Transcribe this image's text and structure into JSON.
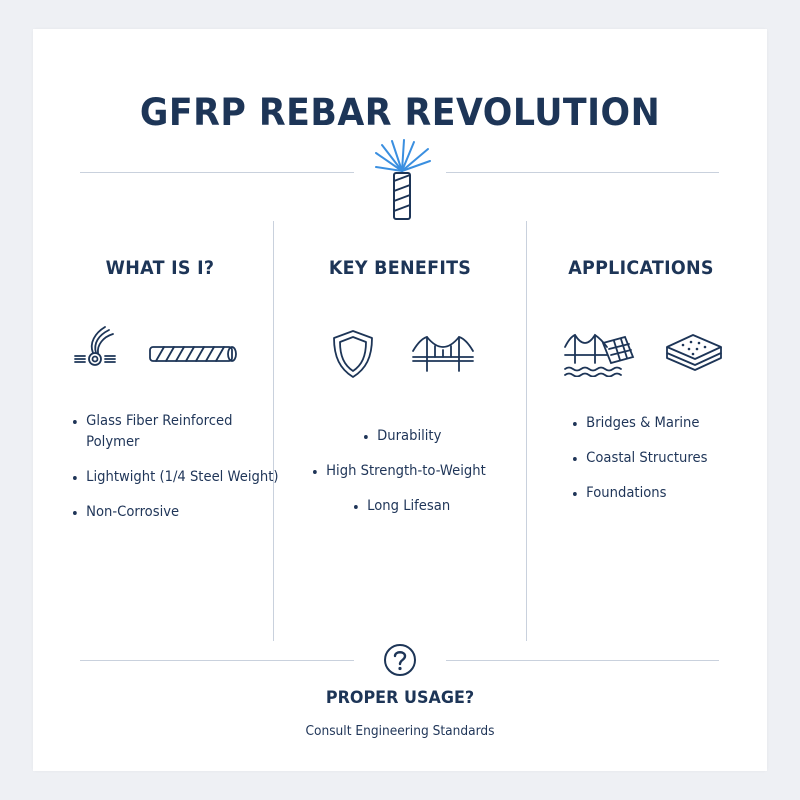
{
  "header": {
    "title": "GFRP REBAR REVOLUTION"
  },
  "columns": [
    {
      "title": "WHAT IS I?",
      "icons": [
        "fiber-strand-icon",
        "rebar-rod-icon"
      ],
      "items": [
        "Glass Fiber Reinforced Polymer",
        "Lightwight (1/4 Steel Weight)",
        "Non-Corrosive"
      ]
    },
    {
      "title": "KEY BENEFITS",
      "icons": [
        "shield-icon",
        "bridge-icon"
      ],
      "items": [
        "Durability",
        "High Strength-to-Weight",
        "Long Lifesan"
      ]
    },
    {
      "title": "APPLICATIONS",
      "icons": [
        "marine-bridge-icon",
        "foundation-slab-icon"
      ],
      "items": [
        "Bridges & Marine",
        "Coastal Structures",
        "Foundations"
      ]
    }
  ],
  "footer": {
    "icon": "question-icon",
    "title": "PROPER USAGE?",
    "subtitle": "Consult Engineering Standards"
  },
  "colors": {
    "navy": "#1d3557",
    "accent_blue": "#3a8fe0",
    "divider": "#c9d1dd",
    "background": "#eef0f4",
    "card": "#ffffff"
  }
}
